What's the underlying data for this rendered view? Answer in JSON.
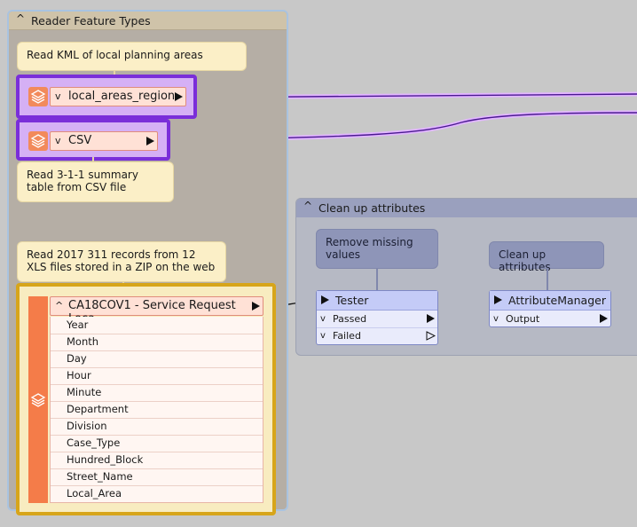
{
  "bookmarks": {
    "reader": {
      "title": "Reader Feature Types",
      "collapse_glyph": "^"
    },
    "cleanup": {
      "title": "Clean up attributes",
      "collapse_glyph": "^"
    }
  },
  "annotations": {
    "kml": "Read KML of local planning areas",
    "csv": "Read 3-1-1 summary table from CSV file",
    "xls": "Read 2017 311 records from 12 XLS files stored in a ZIP on the web",
    "tester": "Remove missing values",
    "attrmgr": "Clean up attributes"
  },
  "readers": {
    "kml": {
      "name": "local_areas_region",
      "chevron": "v"
    },
    "csv": {
      "name": "CSV",
      "chevron": "v"
    },
    "xls": {
      "name": "CA18COV1 - Service Request Loca",
      "chevron": "^",
      "attributes": [
        "Year",
        "Month",
        "Day",
        "Hour",
        "Minute",
        "Department",
        "Division",
        "Case_Type",
        "Hundred_Block",
        "Street_Name",
        "Local_Area"
      ]
    }
  },
  "transformers": {
    "tester": {
      "name": "Tester",
      "ports": [
        "Passed",
        "Failed"
      ]
    },
    "attrmgr": {
      "name": "AttributeManager",
      "ports": [
        "Output"
      ]
    }
  },
  "icons": {
    "layers": "layers-icon",
    "collapse": "chevron-up-icon",
    "expand": "chevron-down-icon",
    "port": "output-port-icon",
    "input": "input-port-icon"
  },
  "colors": {
    "canvas": "#c8c8c8",
    "selection": "#7a2ed9",
    "reader_icon": "#f28a5b",
    "link_purple": "#5a1ea0",
    "gold": "#d7a51a"
  }
}
